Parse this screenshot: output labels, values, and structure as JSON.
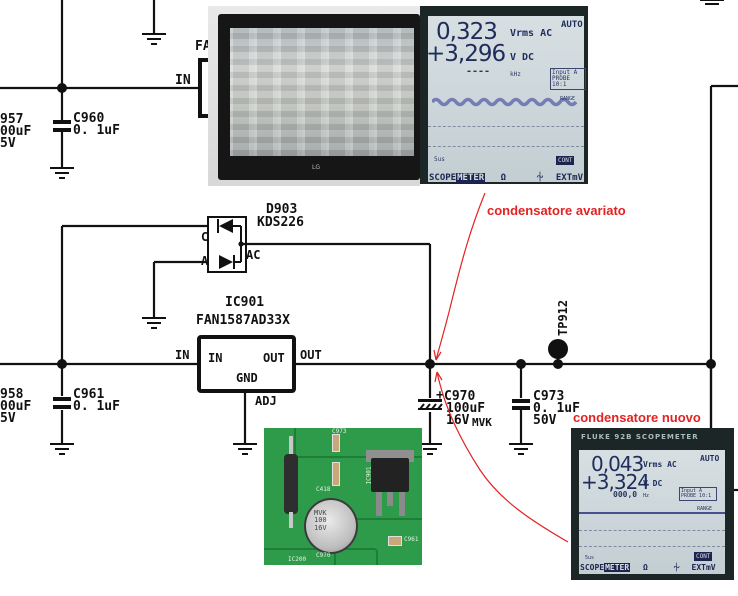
{
  "schematic": {
    "components": {
      "c957": {
        "ref": "957",
        "value": "00uF",
        "voltage": "5V"
      },
      "c960": {
        "ref": "C960",
        "value": "0. 1uF"
      },
      "c958": {
        "ref": "958",
        "value": "00uF",
        "voltage": "5V"
      },
      "c961": {
        "ref": "C961",
        "value": "0. 1uF"
      },
      "d903": {
        "ref": "D903",
        "part": "KDS226",
        "pin_c": "C",
        "pin_a": "A",
        "pin_ac": "AC"
      },
      "ic901": {
        "ref": "IC901",
        "part": "FAN1587AD33X",
        "pin_in": "IN",
        "pin_out": "OUT",
        "pin_gnd": "GND",
        "pin_adj": "ADJ",
        "net_in": "IN",
        "net_out": "OUT"
      },
      "ic_top": {
        "ref_partial": "FA",
        "net_in": "IN"
      },
      "c970": {
        "ref": "C970",
        "value": "100uF",
        "voltage": "16V",
        "series": "MVK",
        "polarity": "+"
      },
      "c973": {
        "ref": "C973",
        "value": "0. 1uF",
        "voltage": "50V"
      },
      "tp912": {
        "ref": "TP912"
      }
    }
  },
  "annotations": {
    "faulty_cap": "condensatore avariato",
    "new_cap": "condensatore nuovo",
    "annotation_color": "#e32222"
  },
  "photos": {
    "tv": {
      "brand": "LG",
      "description": "TV screen with distorted image"
    },
    "pcb": {
      "labels": [
        "C973",
        "C418",
        "IC901",
        "C970",
        "C961",
        "IC200"
      ],
      "cap_print": [
        "MVK",
        "100",
        "16V"
      ]
    }
  },
  "scope_before": {
    "ac_value": "0,323",
    "ac_unit": "Vrms AC",
    "dc_value": "+3,296",
    "dc_unit": "V DC",
    "freq_value": "----",
    "freq_unit": "kHz",
    "mode": "AUTO",
    "input_line1": "Input A",
    "input_line2": "PROBE 10:1",
    "timebase": "5us",
    "range_label": "RANGE",
    "cont_label": "CONT",
    "menu": [
      "SCOPE",
      "METER",
      "Ω",
      "⏆",
      "EXTmV"
    ],
    "selected_menu": "METER"
  },
  "scope_after": {
    "brand": "FLUKE",
    "model": "92B SCOPEMETER",
    "ac_value": "0,043",
    "ac_unit": "Vrms AC",
    "dc_value": "+3,324",
    "dc_unit": "V DC",
    "freq_value": "000,0",
    "freq_unit": "Hz",
    "mode": "AUTO",
    "input_line1": "Input A",
    "input_line2": "PROBE 10:1",
    "timebase": "5us",
    "range_label": "RANGE",
    "cont_label": "CONT",
    "menu": [
      "SCOPE",
      "METER",
      "Ω",
      "⏆",
      "EXTmV"
    ],
    "selected_menu": "METER"
  }
}
